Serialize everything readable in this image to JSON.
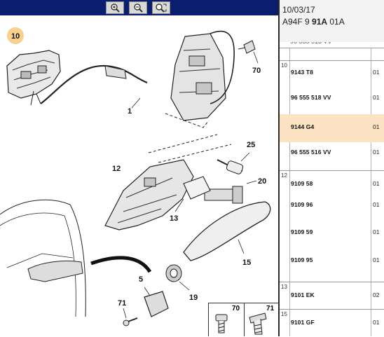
{
  "toolbar": {
    "buttons": [
      {
        "name": "zoom-in-button",
        "icon": "zoom-in-icon"
      },
      {
        "name": "zoom-out-button",
        "icon": "zoom-out-icon"
      },
      {
        "name": "zoom-fit-button",
        "icon": "zoom-fit-icon"
      }
    ]
  },
  "header": {
    "date": "10/03/17",
    "code_prefix": "A94F 9 ",
    "code_bold": "91A",
    "code_suffix": " 01A"
  },
  "diagram": {
    "callouts": {
      "c10": "10",
      "c70a": "70",
      "c1": "1",
      "c25": "25",
      "c12": "12",
      "c20": "20",
      "c13": "13",
      "c15": "15",
      "c5": "5",
      "c19": "19",
      "c71a": "71"
    },
    "legend": {
      "c70b": "70",
      "c71b": "71"
    }
  },
  "parts": {
    "group10": {
      "num": "10",
      "rows": [
        {
          "ref": "9143 T8",
          "qty": "01"
        },
        {
          "ref": "96 555 518 VV",
          "qty": "01"
        },
        {
          "ref": "9144 G4",
          "qty": "01"
        },
        {
          "ref": "96 555 516 VV",
          "qty": "01"
        }
      ]
    },
    "group12": {
      "num": "12",
      "rows": [
        {
          "ref": "9109 58",
          "qty": "01"
        },
        {
          "ref": "9109 96",
          "qty": "01"
        },
        {
          "ref": "9109 59",
          "qty": "01"
        },
        {
          "ref": "9109 95",
          "qty": "01"
        }
      ]
    },
    "group13": {
      "num": "13",
      "rows": [
        {
          "ref": "9101 EK",
          "qty": "02"
        }
      ]
    },
    "group15": {
      "num": "15",
      "rows": [
        {
          "ref": "9101 GF",
          "qty": "01"
        }
      ]
    },
    "selected_ref": "9144 G4"
  },
  "colors": {
    "toolbar": "#0b1e6e",
    "selected_row": "#fbe3c4",
    "callout_badge": "#f6d28e"
  }
}
